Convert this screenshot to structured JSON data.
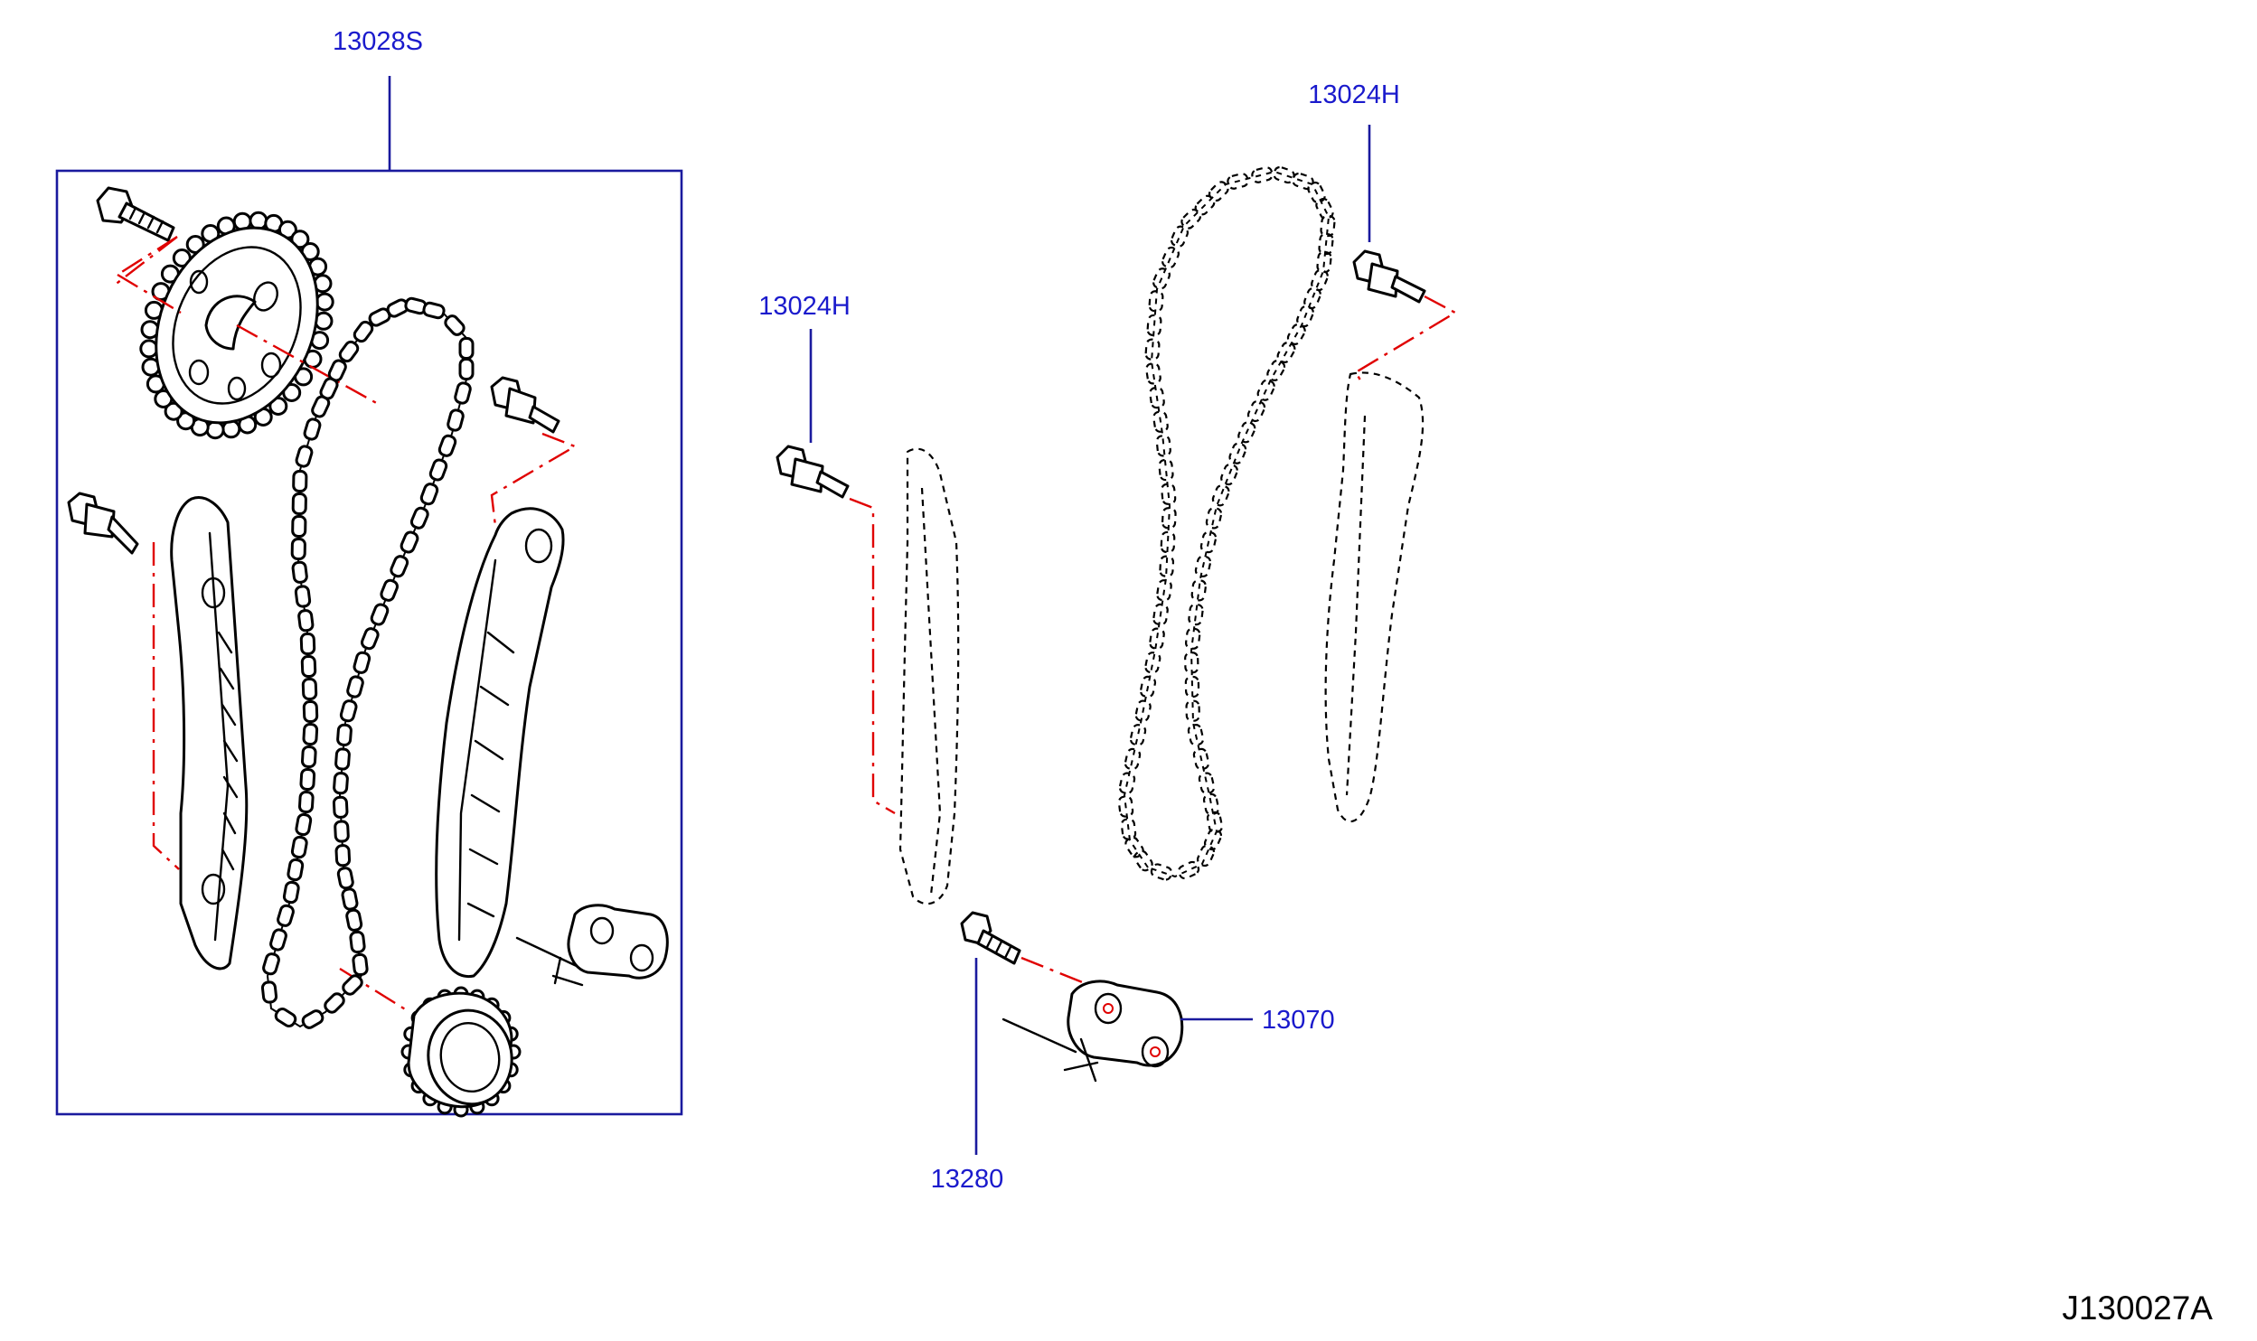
{
  "colors": {
    "callout": "#1a1acc",
    "leader": "#1a1a9e",
    "centerline": "#e00000",
    "outline": "#000000",
    "background": "#ffffff"
  },
  "callouts": {
    "timing_chain_kit": "13028S",
    "chain_guide_bolt_upper": "13024H",
    "chain_guide_bolt_left": "13024H",
    "chain_tensioner": "13070",
    "tensioner_bolt": "13280"
  },
  "diagram_id": "J130027A"
}
